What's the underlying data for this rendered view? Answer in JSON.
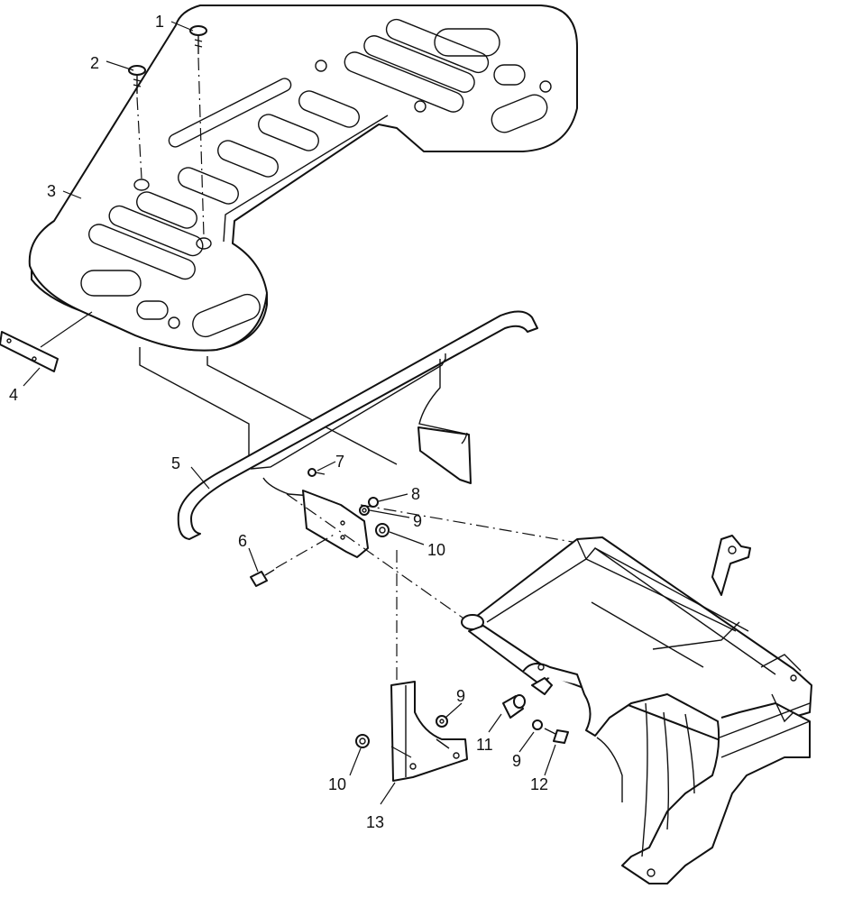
{
  "callouts": [
    {
      "id": "c1",
      "text": "1"
    },
    {
      "id": "c2",
      "text": "2"
    },
    {
      "id": "c3",
      "text": "3"
    },
    {
      "id": "c4",
      "text": "4"
    },
    {
      "id": "c5",
      "text": "5"
    },
    {
      "id": "c6",
      "text": "6"
    },
    {
      "id": "c7",
      "text": "7"
    },
    {
      "id": "c8",
      "text": "8"
    },
    {
      "id": "c9a",
      "text": "9"
    },
    {
      "id": "c10a",
      "text": "10"
    },
    {
      "id": "c9b",
      "text": "9"
    },
    {
      "id": "c11",
      "text": "11"
    },
    {
      "id": "c9c",
      "text": "9"
    },
    {
      "id": "c12",
      "text": "12"
    },
    {
      "id": "c10b",
      "text": "10"
    },
    {
      "id": "c13",
      "text": "13"
    }
  ]
}
